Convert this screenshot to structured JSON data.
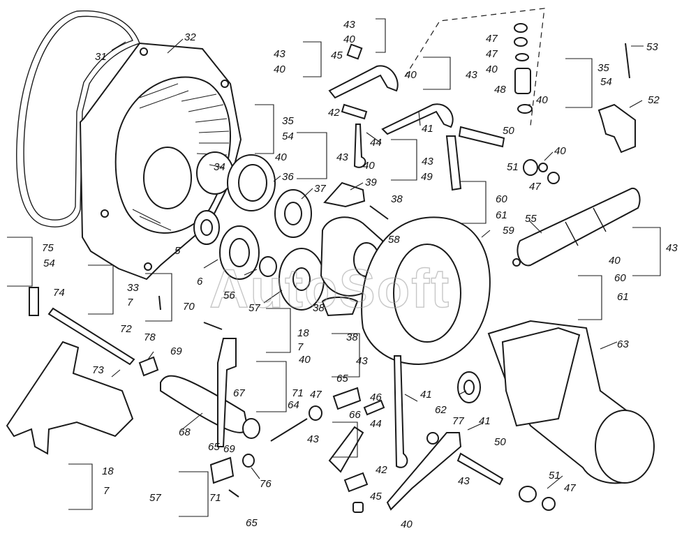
{
  "watermark": "AutoSoft",
  "labels": [
    {
      "id": "l31",
      "text": "31"
    },
    {
      "id": "l32",
      "text": "32"
    },
    {
      "id": "l43a",
      "text": "43"
    },
    {
      "id": "l40a",
      "text": "40"
    },
    {
      "id": "l45a",
      "text": "45"
    },
    {
      "id": "l43b",
      "text": "43"
    },
    {
      "id": "l40b",
      "text": "40"
    },
    {
      "id": "l47a",
      "text": "47"
    },
    {
      "id": "l47b",
      "text": "47"
    },
    {
      "id": "l40c",
      "text": "40"
    },
    {
      "id": "l53",
      "text": "53"
    },
    {
      "id": "l40d",
      "text": "40"
    },
    {
      "id": "l43c",
      "text": "43"
    },
    {
      "id": "l48",
      "text": "48"
    },
    {
      "id": "l35a",
      "text": "35"
    },
    {
      "id": "l54a",
      "text": "54"
    },
    {
      "id": "l40e",
      "text": "40"
    },
    {
      "id": "l52",
      "text": "52"
    },
    {
      "id": "l42a",
      "text": "42"
    },
    {
      "id": "l35b",
      "text": "35"
    },
    {
      "id": "l54b",
      "text": "54"
    },
    {
      "id": "l41a",
      "text": "41"
    },
    {
      "id": "l50a",
      "text": "50"
    },
    {
      "id": "l44a",
      "text": "44"
    },
    {
      "id": "l40f",
      "text": "40"
    },
    {
      "id": "l43d",
      "text": "43"
    },
    {
      "id": "l40g",
      "text": "40"
    },
    {
      "id": "l43e",
      "text": "43"
    },
    {
      "id": "l49",
      "text": "49"
    },
    {
      "id": "l40h",
      "text": "40"
    },
    {
      "id": "l51a",
      "text": "51"
    },
    {
      "id": "l47c",
      "text": "47"
    },
    {
      "id": "l34",
      "text": "34"
    },
    {
      "id": "l36",
      "text": "36"
    },
    {
      "id": "l37",
      "text": "37"
    },
    {
      "id": "l39",
      "text": "39"
    },
    {
      "id": "l60a",
      "text": "60"
    },
    {
      "id": "l61a",
      "text": "61"
    },
    {
      "id": "l38a",
      "text": "38"
    },
    {
      "id": "l55",
      "text": "55"
    },
    {
      "id": "l58",
      "text": "58"
    },
    {
      "id": "l59",
      "text": "59"
    },
    {
      "id": "l43f",
      "text": "43"
    },
    {
      "id": "l75",
      "text": "75"
    },
    {
      "id": "l54c",
      "text": "54"
    },
    {
      "id": "l5",
      "text": "5"
    },
    {
      "id": "l40i",
      "text": "40"
    },
    {
      "id": "l74",
      "text": "74"
    },
    {
      "id": "l6",
      "text": "6"
    },
    {
      "id": "l33",
      "text": "33"
    },
    {
      "id": "l7a",
      "text": "7"
    },
    {
      "id": "l56",
      "text": "56"
    },
    {
      "id": "l57a",
      "text": "57"
    },
    {
      "id": "l60b",
      "text": "60"
    },
    {
      "id": "l61b",
      "text": "61"
    },
    {
      "id": "l78",
      "text": "78"
    },
    {
      "id": "l38b",
      "text": "38"
    },
    {
      "id": "l18a",
      "text": "18"
    },
    {
      "id": "l70",
      "text": "70"
    },
    {
      "id": "l7b",
      "text": "7"
    },
    {
      "id": "l72",
      "text": "72"
    },
    {
      "id": "l38c",
      "text": "38"
    },
    {
      "id": "l63",
      "text": "63"
    },
    {
      "id": "l69a",
      "text": "69"
    },
    {
      "id": "l40j",
      "text": "40"
    },
    {
      "id": "l43g",
      "text": "43"
    },
    {
      "id": "l73",
      "text": "73"
    },
    {
      "id": "l65a",
      "text": "65"
    },
    {
      "id": "l67",
      "text": "67"
    },
    {
      "id": "l71a",
      "text": "71"
    },
    {
      "id": "l47d",
      "text": "47"
    },
    {
      "id": "l46",
      "text": "46"
    },
    {
      "id": "l41b",
      "text": "41"
    },
    {
      "id": "l62",
      "text": "62"
    },
    {
      "id": "l64",
      "text": "64"
    },
    {
      "id": "l66",
      "text": "66"
    },
    {
      "id": "l44b",
      "text": "44"
    },
    {
      "id": "l77",
      "text": "77"
    },
    {
      "id": "l41c",
      "text": "41"
    },
    {
      "id": "l68",
      "text": "68"
    },
    {
      "id": "l43h",
      "text": "43"
    },
    {
      "id": "l69b",
      "text": "69"
    },
    {
      "id": "l65b",
      "text": "65"
    },
    {
      "id": "l50b",
      "text": "50"
    },
    {
      "id": "l76",
      "text": "76"
    },
    {
      "id": "l42b",
      "text": "42"
    },
    {
      "id": "l18b",
      "text": "18"
    },
    {
      "id": "l51b",
      "text": "51"
    },
    {
      "id": "l47e",
      "text": "47"
    },
    {
      "id": "l43i",
      "text": "43"
    },
    {
      "id": "l7c",
      "text": "7"
    },
    {
      "id": "l45b",
      "text": "45"
    },
    {
      "id": "l57b",
      "text": "57"
    },
    {
      "id": "l71b",
      "text": "71"
    },
    {
      "id": "l65c",
      "text": "65"
    },
    {
      "id": "l40k",
      "text": "40"
    }
  ]
}
